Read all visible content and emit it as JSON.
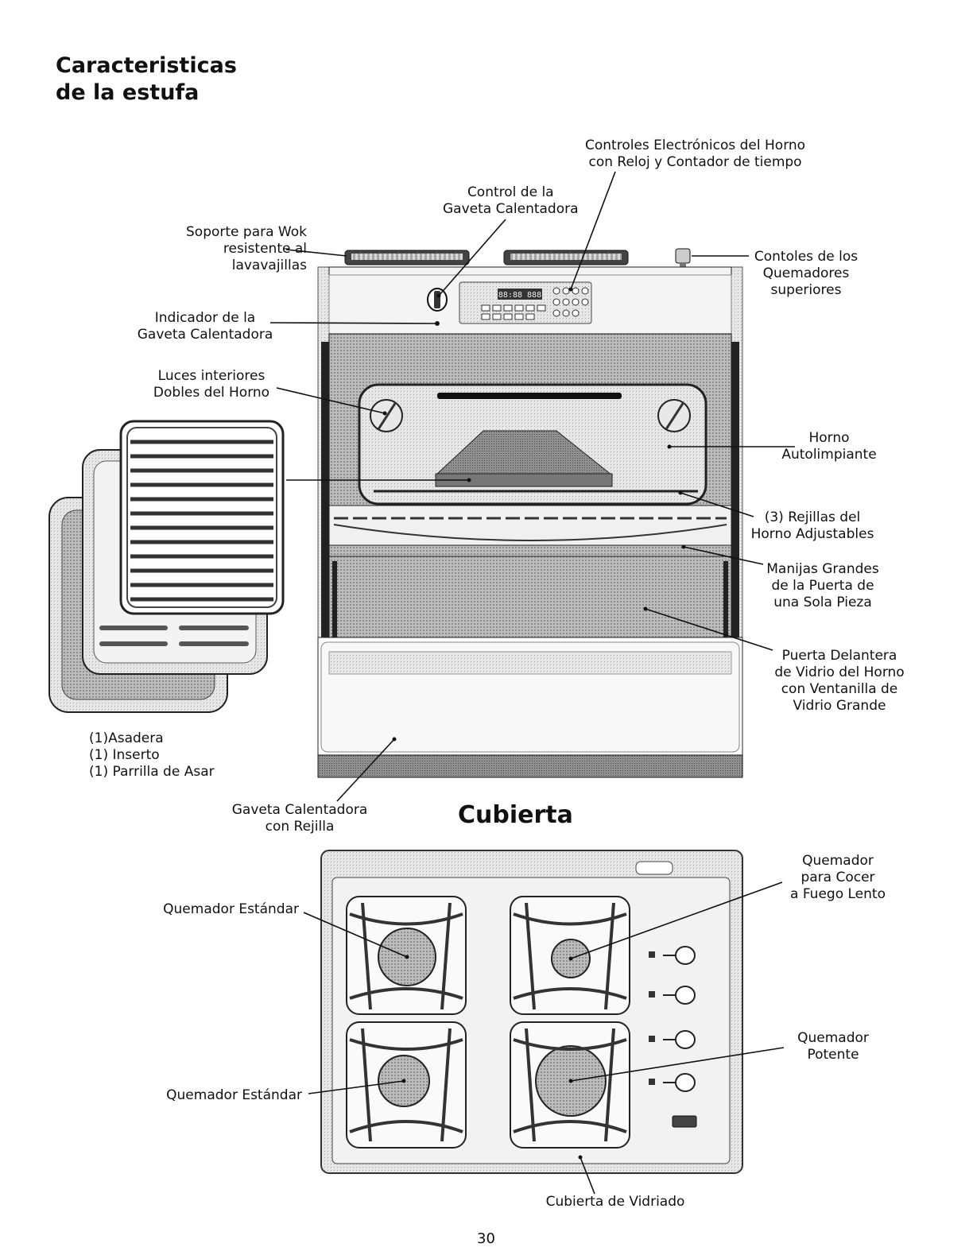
{
  "page": {
    "title_line1": "Caracteristicas",
    "title_line2": "de la estufa",
    "section_title": "Cubierta",
    "page_number": "30"
  },
  "range_labels": {
    "electronic_controls": [
      "Controles Electrónicos del Horno",
      "con Reloj y Contador de tiempo"
    ],
    "warming_drawer_control": [
      "Control de la",
      "Gaveta Calentadora"
    ],
    "wok_support": [
      "Soporte para Wok",
      "resistente al",
      "lavavajillas"
    ],
    "surface_burner_controls": [
      "Contoles de los",
      "Quemadores",
      "superiores"
    ],
    "warming_drawer_indicator": [
      "Indicador de la",
      "Gaveta Calentadora"
    ],
    "oven_lights": [
      "Luces interiores",
      "Dobles del Horno"
    ],
    "self_clean_oven": [
      "Horno",
      "Autolimpiante"
    ],
    "oven_racks": [
      "(3) Rejillas del",
      "Horno Adjustables"
    ],
    "door_handles": [
      "Manijas Grandes",
      "de la Puerta de",
      "una Sola Pieza"
    ],
    "glass_door": [
      "Puerta Delantera",
      "de Vidrio del Horno",
      "con Ventanilla de",
      "Vidrio Grande"
    ],
    "broiler_set": [
      "(1)Asadera",
      "(1) Inserto",
      "(1) Parrilla de Asar"
    ],
    "warming_drawer": [
      "Gaveta Calentadora",
      "con Rejilla"
    ]
  },
  "cooktop_labels": {
    "standard_burner_top": "Quemador Estándar",
    "standard_burner_bottom": "Quemador Estándar",
    "simmer_burner": [
      "Quemador",
      "para Cocer",
      "a Fuego Lento"
    ],
    "power_burner": [
      "Quemador",
      "Potente"
    ],
    "glass_cooktop": "Cubierta de Vidriado"
  },
  "display": {
    "clock_readout": "88:88 888"
  },
  "colors": {
    "line": "#111111",
    "shade_dark": "#8a8a8a",
    "shade_mid": "#b9b9b9",
    "shade_light": "#dcdcdc"
  }
}
